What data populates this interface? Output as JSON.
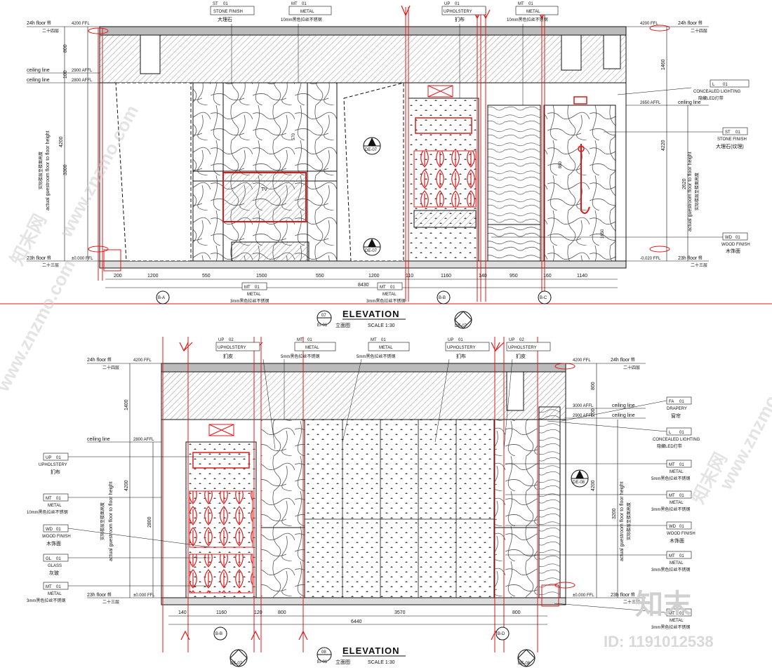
{
  "upper": {
    "levels": {
      "top_left": "24h floor ffl",
      "top_left_cn": "二十四层",
      "top_right": "24h floor ffl",
      "top_right_cn": "二十四层",
      "bottom_left": "23h floor ffl",
      "bottom_left_cn": "二十三层",
      "bottom_right": "23h floor ffl",
      "bottom_right_cn": "二十三层",
      "ceiling_left_1": "ceiling line",
      "ceiling_left_2": "ceiling line",
      "ceiling_right": "ceiling line",
      "elev_top_left": "4200 FFL",
      "elev_top_right": "4200 FFL",
      "elev_2900": "2900 AFFL",
      "elev_2800": "2800 AFFL",
      "elev_2650": "2650 AFFL",
      "elev_bottom_left": "±0.000 FFL",
      "elev_bottom_right": "-0.020 FFL"
    },
    "vertical_label": "actual guestroom floor to floor height",
    "vertical_label_cn": "实际楼层至楼面高度",
    "left_dims": [
      "800",
      "100",
      "3300",
      "4200"
    ],
    "right_dims": [
      "1460",
      "4220",
      "2620"
    ],
    "mid_dims": [
      "570",
      "880",
      "1650"
    ],
    "bottom_dims": [
      "200",
      "1200",
      "550",
      "1500",
      "550",
      "1200",
      "110",
      "1160",
      "140",
      "950",
      "160",
      "1140"
    ],
    "bottom_total": "8430",
    "axes": [
      "B-A",
      "B-B",
      "B-C"
    ],
    "top_callouts": [
      {
        "code": "ST",
        "num": "01",
        "name": "STONE FINISH",
        "cn": "大理石"
      },
      {
        "code": "MT",
        "num": "01",
        "name": "METAL",
        "cn": "10mm黑色拉丝不锈钢"
      },
      {
        "code": "UP",
        "num": "01",
        "name": "UPHOLSTERY",
        "cn": "扪布"
      },
      {
        "code": "MT",
        "num": "01",
        "name": "METAL",
        "cn": "10mm黑色拉丝不锈钢"
      }
    ],
    "right_callouts": [
      {
        "code": "L",
        "num": "01",
        "name": "CONCEALED LIGHTING",
        "cn": "隐藏LED灯带"
      },
      {
        "code": "ST",
        "num": "01",
        "name": "STONE FINISH",
        "cn": "大理石(纹理)"
      },
      {
        "code": "WD",
        "num": "01",
        "name": "WOOD FINISH",
        "cn": "木饰面"
      }
    ],
    "bottom_callout": {
      "code": "MT",
      "num": "01",
      "name": "METAL",
      "cn": "3mm黑色拉丝不锈钢"
    },
    "tv_label": "TV",
    "section_marks": [
      "DE-07",
      "DE-07",
      "DE-07"
    ],
    "title_num": "07",
    "title_code": "EI-01",
    "title_cn": "立面图",
    "title": "ELEVATION",
    "scale": "SCALE  1:30"
  },
  "lower": {
    "levels": {
      "top_left": "24h floor ffl",
      "top_left_cn": "二十四层",
      "top_right": "24h floor ffl",
      "top_right_cn": "二十四层",
      "bottom_left": "23h floor ffl",
      "bottom_left_cn": "二十三层",
      "bottom_right": "23h floor ffl",
      "bottom_right_cn": "二十三层",
      "ceiling_left": "ceiling line",
      "ceiling_right_1": "ceiling line",
      "ceiling_right_2": "ceiling line",
      "elev_top": "4200 FFL",
      "elev_2800": "2800 AFFL",
      "elev_3000": "3000 AFFL",
      "elev_2900": "2900 AFFL",
      "elev_bottom": "±0.000 FFL"
    },
    "vertical_label": "actual guestroom floor to floor height",
    "vertical_label_cn": "实际楼层至楼面高度",
    "left_dims": [
      "1400",
      "4200",
      "2800"
    ],
    "right_dims": [
      "800",
      "200",
      "4200",
      "3200"
    ],
    "bottom_dims": [
      "140",
      "1160",
      "120",
      "800",
      "3570",
      "800"
    ],
    "bottom_total": "6440",
    "axes": [
      "B-B",
      "B-D"
    ],
    "top_callouts": [
      {
        "code": "UP",
        "num": "02",
        "name": "UPHOLSTERY",
        "cn": "扪皮"
      },
      {
        "code": "MT",
        "num": "01",
        "name": "METAL",
        "cn": "5mm黑色拉丝不锈钢"
      },
      {
        "code": "MT",
        "num": "01",
        "name": "METAL",
        "cn": "5mm黑色拉丝不锈钢"
      },
      {
        "code": "UP",
        "num": "01",
        "name": "UPHOLSTERY",
        "cn": "扪布"
      },
      {
        "code": "UP",
        "num": "02",
        "name": "UPHOLSTERY",
        "cn": "扪皮"
      }
    ],
    "left_callouts": [
      {
        "code": "UP",
        "num": "01",
        "name": "UPHOLSTERY",
        "cn": "扪布"
      },
      {
        "code": "MT",
        "num": "01",
        "name": "METAL",
        "cn": "10mm黑色拉丝不锈钢"
      },
      {
        "code": "WD",
        "num": "01",
        "name": "WOOD FINISH",
        "cn": "木饰面"
      },
      {
        "code": "GL",
        "num": "01",
        "name": "GLASS",
        "cn": "灰玻"
      },
      {
        "code": "MT",
        "num": "01",
        "name": "METAL",
        "cn": "3mm黑色拉丝不锈钢"
      }
    ],
    "right_callouts": [
      {
        "code": "FA",
        "num": "01",
        "name": "DRAPERY",
        "cn": "窗帘"
      },
      {
        "code": "L",
        "num": "01",
        "name": "CONCEALED LIGHTING",
        "cn": "隐藏LED灯带"
      },
      {
        "code": "MT",
        "num": "01",
        "name": "METAL",
        "cn": "5mm黑色拉丝不锈钢"
      },
      {
        "code": "MT",
        "num": "01",
        "name": "METAL",
        "cn": "3mm黑色拉丝不锈钢"
      },
      {
        "code": "WD",
        "num": "01",
        "name": "WOOD FINISH",
        "cn": "木饰面"
      },
      {
        "code": "MT",
        "num": "01",
        "name": "METAL",
        "cn": "3mm黑色拉丝不锈钢"
      },
      {
        "code": "MT",
        "num": "01",
        "name": "METAL",
        "cn": "3mm黑色拉丝不锈钢"
      }
    ],
    "section_marks": [
      "DE-08",
      "DE-07",
      "DE-08"
    ],
    "title_num": "08",
    "title_code": "EI-01",
    "title_cn": "立面图",
    "title": "ELEVATION",
    "scale": "SCALE  1:30"
  },
  "watermark": {
    "site": "www.znzmo.com",
    "brand_cn": "知末网",
    "logo_cn": "知末",
    "id": "ID: 1191012538"
  },
  "colors": {
    "red": "#e01818",
    "line": "#111111",
    "hatch": "#777777",
    "panel": "#f4f4f4"
  }
}
